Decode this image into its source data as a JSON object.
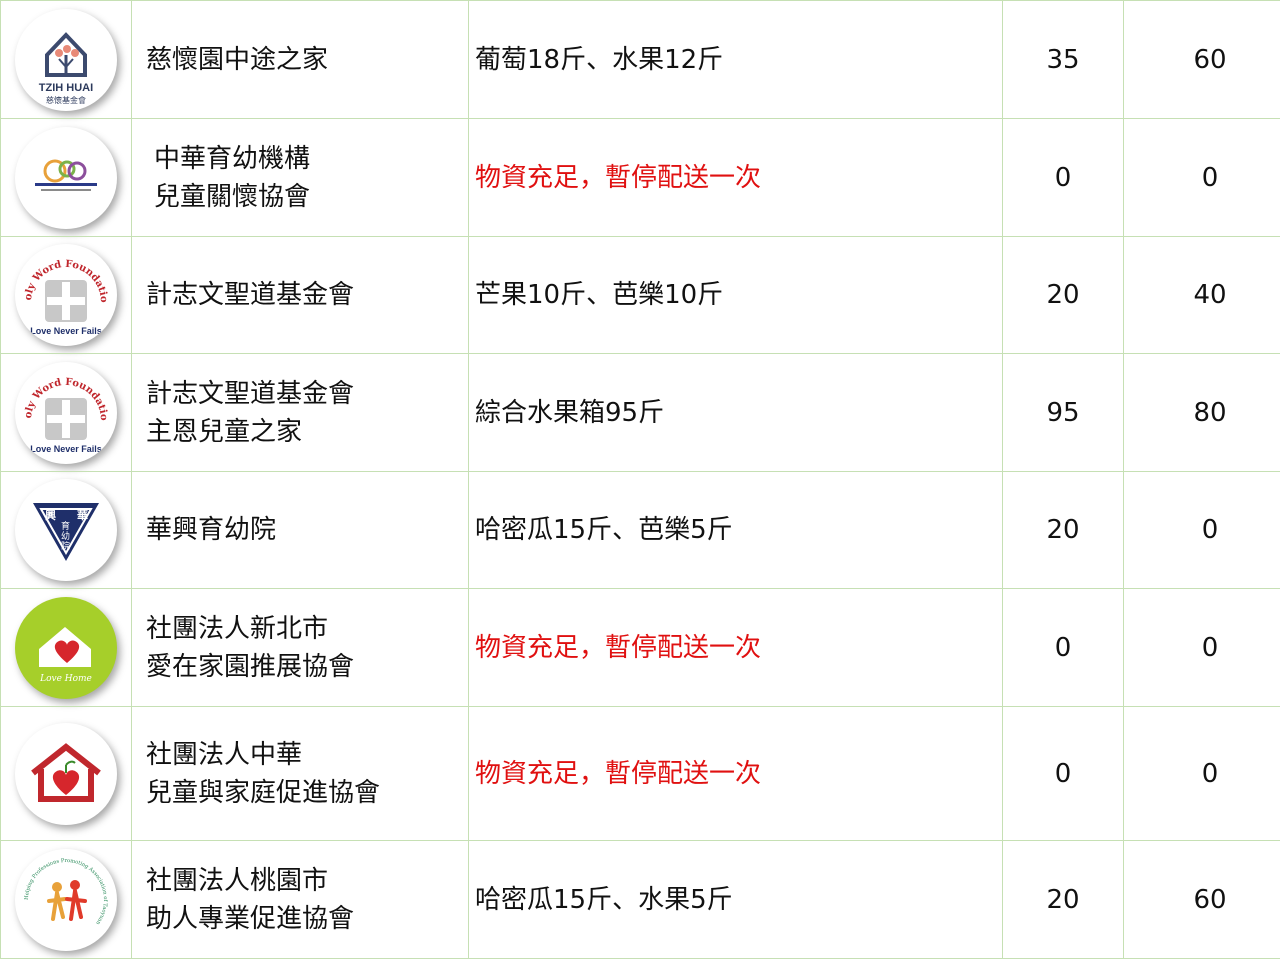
{
  "rows": [
    {
      "logo": {
        "icon": "tzih-huai-logo-icon",
        "text_top": "TZIH HUAI",
        "text_bottom": "慈懷基金會"
      },
      "name_lines": [
        "慈懷園中途之家"
      ],
      "items": "葡萄18斤、水果12斤",
      "highlight": false,
      "count1": "35",
      "count2": "60"
    },
    {
      "logo": {
        "icon": "child-care-association-logo-icon"
      },
      "name_lines": [
        "中華育幼機構",
        "兒童關懷協會"
      ],
      "items": "物資充足，暫停配送一次",
      "highlight": true,
      "count1": "0",
      "count2": "0"
    },
    {
      "logo": {
        "icon": "holy-word-foundation-logo-icon",
        "text_arc": "Holy Word Foundation",
        "text_bottom": "Love Never Fails"
      },
      "name_lines": [
        "計志文聖道基金會"
      ],
      "items": "芒果10斤、芭樂10斤",
      "highlight": false,
      "count1": "20",
      "count2": "40"
    },
    {
      "logo": {
        "icon": "holy-word-foundation-logo-icon",
        "text_arc": "Holy Word Foundation",
        "text_bottom": "Love Never Fails"
      },
      "name_lines": [
        "計志文聖道基金會",
        "主恩兒童之家"
      ],
      "items": "綜合水果箱95斤",
      "highlight": false,
      "count1": "95",
      "count2": "80"
    },
    {
      "logo": {
        "icon": "hwa-hsing-orphanage-logo-icon",
        "chars": [
          "興",
          "華",
          "育",
          "幼",
          "院"
        ]
      },
      "name_lines": [
        "華興育幼院"
      ],
      "items": "哈密瓜15斤、芭樂5斤",
      "highlight": false,
      "count1": "20",
      "count2": "0"
    },
    {
      "logo": {
        "icon": "love-home-logo-icon",
        "text_bottom": "Love Home"
      },
      "name_lines": [
        "社團法人新北市",
        "愛在家園推展協會"
      ],
      "items": "物資充足，暫停配送一次",
      "highlight": true,
      "count1": "0",
      "count2": "0"
    },
    {
      "logo": {
        "icon": "house-heart-logo-icon"
      },
      "name_lines": [
        "社團法人中華",
        "兒童與家庭促進協會"
      ],
      "items": "物資充足，暫停配送一次",
      "highlight": true,
      "count1": "0",
      "count2": "0"
    },
    {
      "logo": {
        "icon": "helping-professions-logo-icon",
        "text_arc": "Helping Professions Promoting Association of Taoyuan"
      },
      "name_lines": [
        "社團法人桃園市",
        "助人專業促進協會"
      ],
      "items": "哈密瓜15斤、水果5斤",
      "highlight": false,
      "count1": "20",
      "count2": "60"
    }
  ],
  "colors": {
    "grid_border": "#c6e0b4",
    "highlight_text": "#e01010",
    "love_home_green": "#a6cf2a",
    "heart_red": "#d6262c",
    "navy": "#1f2f6a"
  }
}
